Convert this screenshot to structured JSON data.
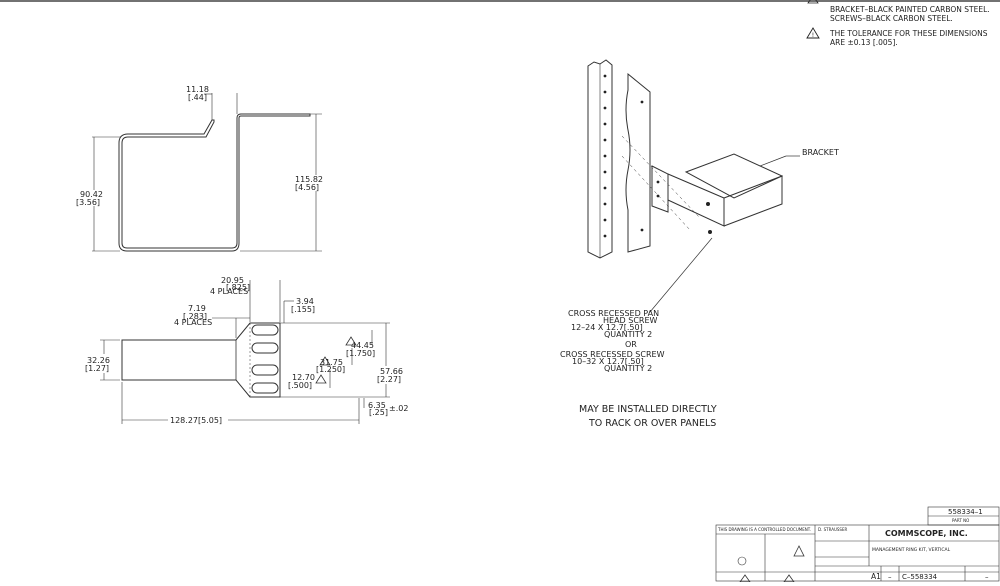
{
  "notes": {
    "line1": "BRACKET–BLACK PAINTED CARBON STEEL.",
    "line2": "SCREWS–BLACK CARBON STEEL.",
    "tolerance_line1": "THE TOLERANCE FOR THESE DIMENSIONS",
    "tolerance_line2": "ARE ±0.13 [.005]."
  },
  "top_view": {
    "dim_width": "11.18",
    "dim_width_in": "[.44]",
    "dim_left": "90.42",
    "dim_left_in": "[3.56]",
    "dim_right": "115.82",
    "dim_right_in": "[4.56]"
  },
  "flat_view": {
    "d1": "20.95",
    "d1_in": "[.825]",
    "d1_note": "4 PLACES",
    "d2": "7.19",
    "d2_in": "[.283]",
    "d2_note": "4 PLACES",
    "d3": "3.94",
    "d3_in": "[.155]",
    "d4": "44.45",
    "d4_in": "[1.750]",
    "d5": "31.75",
    "d5_in": "[1.250]",
    "d6": "12.70",
    "d6_in": "[.500]",
    "d7": "57.66",
    "d7_in": "[2.27]",
    "d8": "32.26",
    "d8_in": "[1.27]",
    "d9": "6.35",
    "d9_in": "[.25]",
    "d9_tol": "±.02",
    "d10": "128.27[5.05]"
  },
  "iso_view": {
    "bracket_label": "BRACKET",
    "screw1_line1": "CROSS RECESSED PAN",
    "screw1_line2": "HEAD SCREW",
    "screw1_line3": "12–24 X 12.7[.50]",
    "screw1_line4": "QUANTITY 2",
    "or_label": "OR",
    "screw2_line1": "CROSS RECESSED SCREW",
    "screw2_line2": "10–32 X 12.7[.50]",
    "screw2_line3": "QUANTITY 2",
    "install_line1": "MAY BE INSTALLED DIRECTLY",
    "install_line2": "TO RACK OR OVER PANELS"
  },
  "title_block": {
    "doc_no_top": "558334–1",
    "part_no_label": "PART NO",
    "controlled": "THIS DRAWING IS A CONTROLLED DOCUMENT.",
    "company": "COMMSCOPE, INC.",
    "title": "MANAGEMENT RING KIT, VERTICAL",
    "drawn_by": "D. STRAUSSER",
    "size_value": "A1",
    "drawing_no": "C–558334",
    "dash": "–"
  }
}
